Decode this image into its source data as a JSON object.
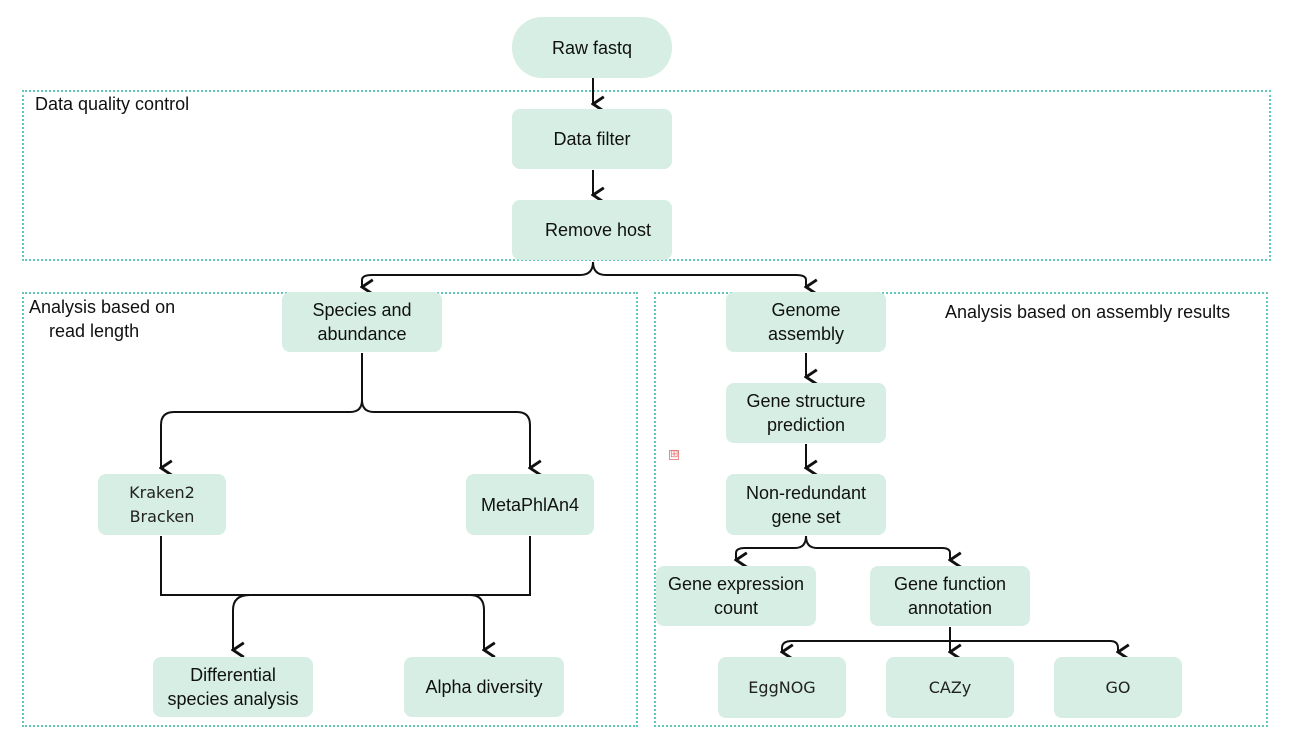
{
  "groups": {
    "qc": "Data quality control",
    "read": "Analysis based on\n    read length",
    "assembly": "Analysis based on assembly results"
  },
  "nodes": {
    "raw_fastq": "Raw fastq",
    "data_filter": "Data filter",
    "remove_host": "Remove host",
    "species_abundance": "Species and\nabundance",
    "kraken": "Kraken2\nBracken",
    "metaphlan": "MetaPhlAn4",
    "differential": "Differential\nspecies analysis",
    "alpha": "Alpha diversity",
    "genome_assembly": "Genome\nassembly",
    "gene_structure": "Gene structure\nprediction",
    "nonredundant": "Non-redundant\ngene set",
    "gene_expression": "Gene expression\ncount",
    "gene_function": "Gene function\nannotation",
    "eggnog": "EggNOG",
    "cazy": "CAZy",
    "go": "GO"
  },
  "colors": {
    "node_fill": "#d6eee3",
    "group_border": "#5fc8b8",
    "connector": "#111111"
  },
  "marker_icon": "⊞"
}
